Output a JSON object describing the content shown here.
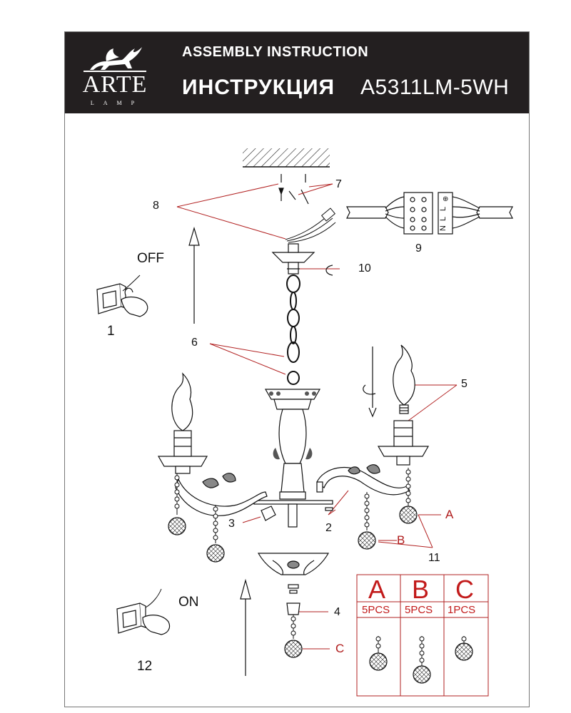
{
  "header": {
    "brand_name": "ARTE",
    "brand_sub": "LAMP",
    "title_en": "ASSEMBLY INSTRUCTION",
    "title_ru": "ИНСТРУКЦИЯ",
    "model": "A5311LM-5WH"
  },
  "labels": {
    "off": "OFF",
    "on": "ON",
    "n1": "1",
    "n2": "2",
    "n3": "3",
    "n4": "4",
    "n5": "5",
    "n6": "6",
    "n7": "7",
    "n8": "8",
    "n9": "9",
    "n10": "10",
    "n11": "11",
    "n12": "12",
    "a": "A",
    "b": "B",
    "c": "C"
  },
  "connector": {
    "terminals": [
      "N",
      "L",
      "L",
      "⊕"
    ]
  },
  "parts_table": {
    "columns": [
      {
        "letter": "A",
        "qty": "5PCS"
      },
      {
        "letter": "B",
        "qty": "5PCS"
      },
      {
        "letter": "C",
        "qty": "1PCS"
      }
    ]
  },
  "colors": {
    "header_bg": "#231f20",
    "accent_red": "#b01c1c",
    "callout_line": "#b22222"
  },
  "icons": [
    "ceiling-hatch-icon",
    "wall-switch-icon",
    "hand-icon",
    "arrow-up-icon",
    "arrow-down-icon",
    "rotate-arrow-icon",
    "crystal-ball-icon",
    "candle-bulb-icon",
    "terminal-block-icon"
  ]
}
